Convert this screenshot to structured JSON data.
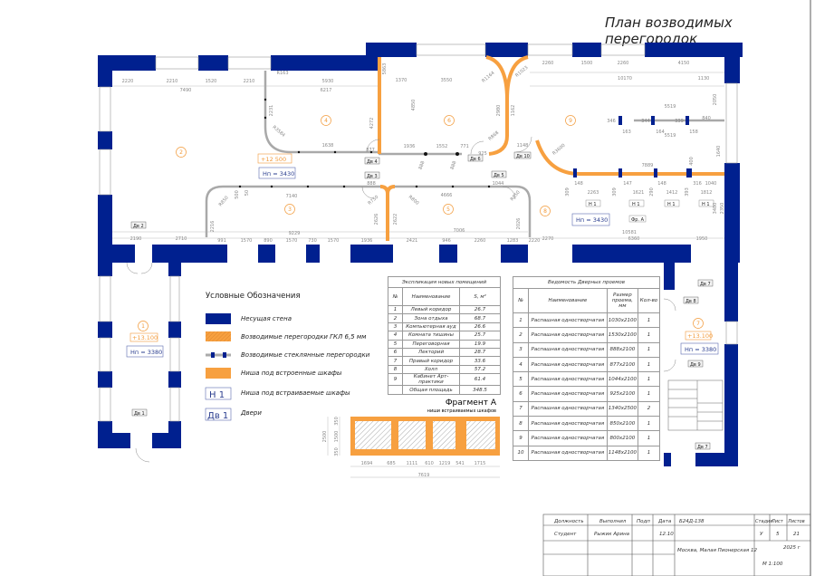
{
  "title": "План возводимых перегородок",
  "colors": {
    "wall": "#00208f",
    "partition": "#f7a040",
    "glass": "#a9a9a9"
  },
  "rooms": {
    "r1": "1",
    "r2": "2",
    "r3": "3",
    "r4": "4",
    "r5": "5",
    "r6": "6",
    "r7": "7",
    "r8": "8",
    "r9": "9"
  },
  "levels": {
    "l1": "+12 500",
    "h1": "Нп = 3430",
    "h2": "Нп = 3430",
    "l2": "+13.100",
    "h3": "Нп = 3380",
    "l3": "+13.100",
    "h4": "Нп = 3380"
  },
  "doors": {
    "d1": "Дв 1",
    "d2": "Дв 2",
    "d3": "Дв 3",
    "d4": "Дв 4",
    "d5": "Дв 5",
    "d6": "Дв 6",
    "d7a": "Дв 7",
    "d7b": "Дв 7",
    "d8": "Дв 8",
    "d9": "Дв 9",
    "d10": "Дв 10"
  },
  "niches": {
    "n1": "Н 1",
    "n2": "Н 1",
    "n3": "Н 1",
    "n4": "Н 1",
    "fr": "Фр. А"
  },
  "dims": [
    "2220",
    "2210",
    "1520",
    "2210",
    "7490",
    "R163",
    "5930",
    "6217",
    "2231",
    "R3584",
    "1638",
    "877",
    "4272",
    "5863",
    "1370",
    "3550",
    "4850",
    "1936",
    "1552",
    "771",
    "888",
    "888",
    "925",
    "R1164",
    "R1023",
    "R868",
    "2980",
    "1162",
    "1148",
    "2260",
    "1500",
    "2260",
    "4150",
    "10170",
    "1130",
    "2050",
    "5519",
    "346",
    "344",
    "339",
    "840",
    "163",
    "164",
    "158",
    "5519",
    "R3600",
    "1640",
    "7889",
    "400",
    "309",
    "148",
    "309",
    "147",
    "290",
    "148",
    "393",
    "316",
    "1040",
    "2263",
    "1621",
    "1412",
    "1812",
    "3480",
    "2350",
    "10581",
    "2270",
    "6360",
    "1950",
    "888",
    "R750",
    "7140",
    "500",
    "50",
    "R850",
    "2216",
    "9229",
    "991",
    "1570",
    "890",
    "1570",
    "730",
    "1570",
    "1936",
    "2626",
    "2622",
    "R800",
    "4666",
    "1044",
    "R850",
    "7006",
    "2421",
    "946",
    "2260",
    "1283",
    "2026",
    "2220",
    "2190",
    "2710"
  ],
  "legend": {
    "title": "Условные Обозначения",
    "items": [
      "Несущая стена",
      "Возводимые перегородки ГКЛ 6,5 мм",
      "Возводимые стеклянные перегородки",
      "Ниша под встроенные шкафы",
      "Ниша под встраиваемые шкафы",
      "Двери"
    ],
    "tag_niche": "Н 1",
    "tag_door": "Дв 1"
  },
  "rooms_table": {
    "title": "Экспликация новых помещений",
    "headers": [
      "№",
      "Наименование",
      "S, м²"
    ],
    "rows": [
      [
        "1",
        "Левый коридор",
        "26.7"
      ],
      [
        "2",
        "Зона отдыха",
        "68.7"
      ],
      [
        "3",
        "Компьютерная ауд",
        "26.6"
      ],
      [
        "4",
        "Комната тишины",
        "25.7"
      ],
      [
        "5",
        "Переговорная",
        "19.9"
      ],
      [
        "6",
        "Лекторий",
        "28.7"
      ],
      [
        "7",
        "Правый коридор",
        "33.6"
      ],
      [
        "8",
        "Холл",
        "57.2"
      ],
      [
        "9",
        "Кабинет Арт-практики",
        "61.4"
      ]
    ],
    "total_label": "Общая площадь",
    "total": "348.5"
  },
  "doors_table": {
    "title": "Ведомость Дверных проемов",
    "headers": [
      "№",
      "Наименование",
      "Размер проема, мм",
      "Кол-во"
    ],
    "rows": [
      [
        "1",
        "Распашная одностворчатая",
        "1030x2100",
        "1"
      ],
      [
        "2",
        "Распашная одностворчатая",
        "1530x2100",
        "1"
      ],
      [
        "3",
        "Распашная одностворчатая",
        "888x2100",
        "1"
      ],
      [
        "4",
        "Распашная одностворчатая",
        "877x2100",
        "1"
      ],
      [
        "5",
        "Распашная одностворчатая",
        "1044x2100",
        "1"
      ],
      [
        "6",
        "Распашная одностворчатая",
        "925x2100",
        "1"
      ],
      [
        "7",
        "Распашная одностворчатая",
        "1340x2500",
        "2"
      ],
      [
        "8",
        "Распашная одностворчатая",
        "850x2100",
        "1"
      ],
      [
        "9",
        "Распашная одностворчатая",
        "800x2100",
        "1"
      ],
      [
        "10",
        "Распашная одностворчатая",
        "1148x2100",
        "1"
      ]
    ]
  },
  "fragment": {
    "title": "Фрагмент А",
    "subtitle": "ниши встраиваемых шкафов",
    "dims": [
      "1694",
      "685",
      "1111",
      "610",
      "1219",
      "541",
      "1715",
      "7619",
      "2500",
      "350",
      "1500",
      "350"
    ]
  },
  "titleblock": {
    "h_position": "Должность",
    "h_done": "Выполнил",
    "h_sign": "Подп",
    "h_date": "Дата",
    "position": "Студент",
    "name": "Рыжик Арина",
    "date": "12.10",
    "code": "Б24Д-138",
    "h_stage": "Стадия",
    "h_sheet": "Лист",
    "h_sheets": "Листов",
    "stage": "У",
    "sheet": "5",
    "sheets": "21",
    "address": "Москва, Малая Пионерская 12",
    "year": "2025 г",
    "scale": "М 1:100"
  }
}
